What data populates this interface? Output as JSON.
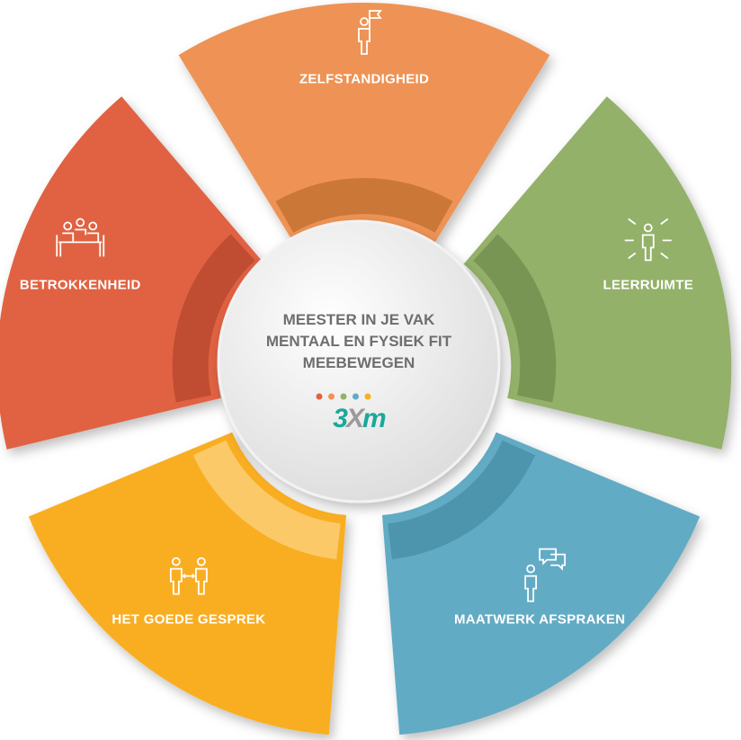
{
  "center": {
    "lines": [
      "MEESTER IN JE VAK",
      "MENTAAL EN FYSIEK FIT",
      "MEEBEWEGEN"
    ],
    "logo": {
      "prefix": "3",
      "x": "X",
      "suffix": "m",
      "dot_colors": [
        "#E06243",
        "#EE9355",
        "#93B169",
        "#62ABC4",
        "#F9AE23"
      ]
    }
  },
  "segments": [
    {
      "label": "ZELFSTANDIGHEID",
      "color": "#EE9355",
      "dark": "#C2702F",
      "angle": -90,
      "icon": "flag-person-icon"
    },
    {
      "label": "LEERRUIMTE",
      "color": "#93B169",
      "dark": "#738F4C",
      "angle": -18,
      "icon": "person-arrows-icon"
    },
    {
      "label": "MAATWERK AFSPRAKEN",
      "color": "#62ABC4",
      "dark": "#4A8FA7",
      "angle": 54,
      "icon": "person-speech-icon"
    },
    {
      "label": "HET GOEDE GESPREK",
      "color": "#F9AE23",
      "dark": "#FCD07A",
      "angle": 126,
      "icon": "two-people-icon"
    },
    {
      "label": "BETROKKENHEID",
      "color": "#E06243",
      "dark": "#B84A2F",
      "angle": 198,
      "icon": "meeting-icon"
    }
  ]
}
